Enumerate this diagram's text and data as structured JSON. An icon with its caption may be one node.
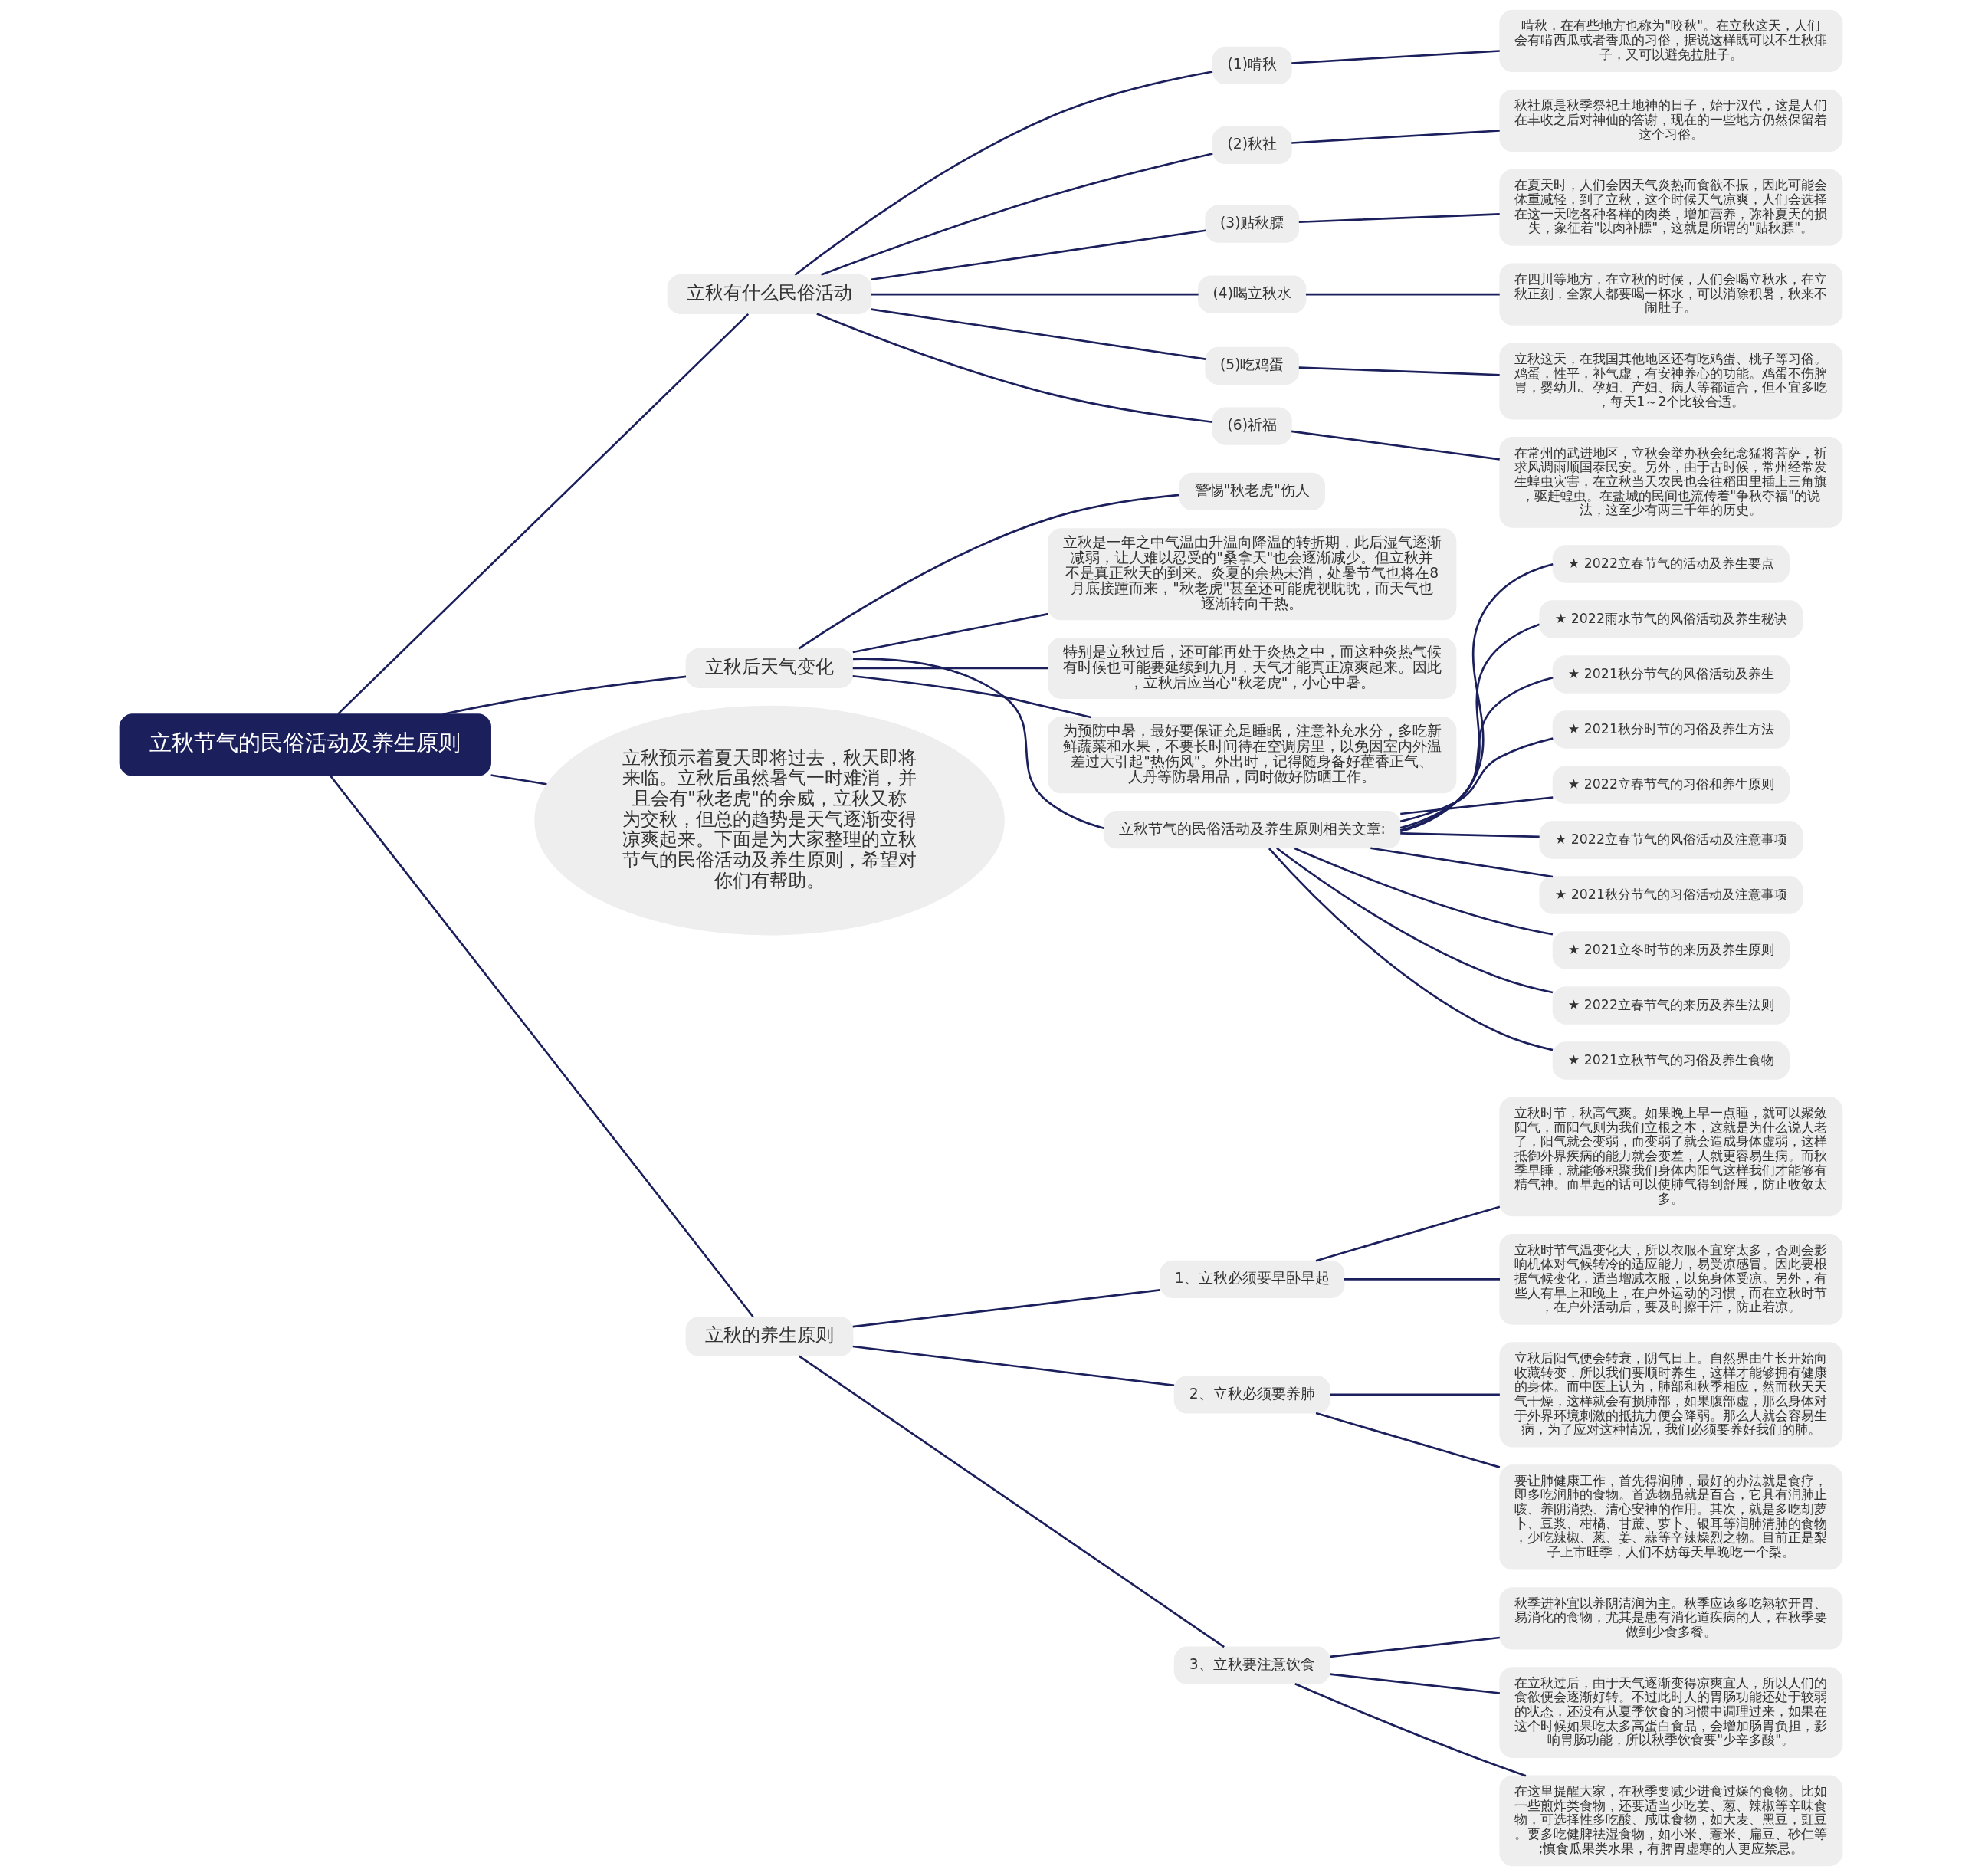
{
  "diagram": {
    "nodes": [
      {
        "text": [
          "立秋节气的民俗活动及养生原则"
        ]
      },
      {
        "text": [
          "立秋有什么民俗活动"
        ]
      },
      {
        "text": [
          "(1)啃秋"
        ]
      },
      {
        "text": [
          "啃秋，在有些地方也称为\"咬秋\"。在立秋这天，人们会有啃西瓜或者香瓜的习俗，据说这样既可以不生秋痱子，又可以避免拉肚子。"
        ]
      },
      {
        "text": [
          "(2)秋社"
        ]
      },
      {
        "text": [
          "秋社原是秋季祭祀土地神的日子，始于汉代，这是人们在丰收之后对神仙的答谢，现在的一些地方仍然保留着这个习俗。"
        ]
      },
      {
        "text": [
          "(3)贴秋膘"
        ]
      },
      {
        "text": [
          "在夏天时，人们会因天气炎热而食欲不振，因此可能会体重减轻，到了立秋，这个时候天气凉爽，人们会选择在这一天吃各种各样的肉类，增加营养，弥补夏天的损失，象征着\"以肉补膘\"，这就是所谓的\"贴秋膘\"。"
        ]
      },
      {
        "text": [
          "(4)喝立秋水"
        ]
      },
      {
        "text": [
          "在四川等地方，在立秋的时候，人们会喝立秋水，在立秋正刻，全家人都要喝一杯水，可以消除积暑，秋来不闹肚子。"
        ]
      },
      {
        "text": [
          "(5)吃鸡蛋"
        ]
      },
      {
        "text": [
          "立秋这天，在我国其他地区还有吃鸡蛋、桃子等习俗。鸡蛋，性平，补气虚，有安神养心的功能。鸡蛋不伤脾胃，婴幼儿、孕妇、产妇、病人等都适合，但不宜多吃，每天1～2个比较合适。"
        ]
      },
      {
        "text": [
          "(6)祈福"
        ]
      },
      {
        "text": [
          "在常州的武进地区，立秋会举办秋会纪念猛将菩萨，祈求风调雨顺国泰民安。另外，由于古时候，常州经常发生蝗虫灾害，在立秋当天农民也会往稻田里插上三角旗，驱赶蝗虫。在盐城的民间也流传着\"争秋夺福\"的说法，这至少有两三千年的历史。"
        ]
      },
      {
        "text": [
          "立秋后天气变化"
        ]
      },
      {
        "text": [
          "警惕\"秋老虎\"伤人"
        ]
      },
      {
        "text": [
          "立秋是一年之中气温由升温向降温的转折期，此后湿气逐渐减弱，让人难以忍受的\"桑拿天\"也会逐渐减少。但立秋并不是真正秋天的到来。炎夏的余热未消，处暑节气也将在8月底接踵而来，\"秋老虎\"甚至还可能虎视眈眈，而天气也逐渐转向干热。"
        ]
      },
      {
        "text": [
          "特别是立秋过后，还可能再处于炎热之中，而这种炎热气候有时候也可能要延续到九月，天气才能真正凉爽起来。因此，立秋后应当心\"秋老虎\"，小心中暑。"
        ]
      },
      {
        "text": [
          "为预防中暑，最好要保证充足睡眠，注意补充水分，多吃新鲜蔬菜和水果，不要长时间待在空调房里，以免因室内外温差过大引起\"热伤风\"。外出时，记得随身备好藿香正气、人丹等防暑用品，同时做好防晒工作。"
        ]
      },
      {
        "text": [
          "立秋节气的民俗活动及养生原则相关文章:"
        ]
      },
      {
        "text": [
          "★ 2022立春节气的活动及养生要点"
        ]
      },
      {
        "text": [
          "★ 2022雨水节气的风俗活动及养生秘诀"
        ]
      },
      {
        "text": [
          "★ 2021秋分节气的风俗活动及养生"
        ]
      },
      {
        "text": [
          "★ 2021秋分时节的习俗及养生方法"
        ]
      },
      {
        "text": [
          "★ 2022立春节气的习俗和养生原则"
        ]
      },
      {
        "text": [
          "★ 2022立春节气的风俗活动及注意事项"
        ]
      },
      {
        "text": [
          "★ 2021秋分节气的习俗活动及注意事项"
        ]
      },
      {
        "text": [
          "★ 2021立冬时节的来历及养生原则"
        ]
      },
      {
        "text": [
          "★ 2022立春节气的来历及养生法则"
        ]
      },
      {
        "text": [
          "★ 2021立秋节气的习俗及养生食物"
        ]
      },
      {
        "text": [
          "立秋预示着夏天即将过去，秋天即将来临。立秋后虽然暑气一时难消，并且会有\"秋老虎\"的余威，立秋又称为交秋，但总的趋势是天气逐渐变得凉爽起来。下面是为大家整理的立秋节气的民俗活动及养生原则，希望对你们有帮助。"
        ]
      },
      {
        "text": [
          "立秋的养生原则"
        ]
      },
      {
        "text": [
          "1、立秋必须要早卧早起"
        ]
      },
      {
        "text": [
          "立秋时节，秋高气爽。如果晚上早一点睡，就可以聚敛阳气，而阳气则为我们立根之本，这就是为什么说人老了，阳气就会变弱，而变弱了就会造成身体虚弱，这样抵御外界疾病的能力就会变差，人就更容易生病。而秋季早睡，就能够积聚我们身体内阳气这样我们才能够有精气神。而早起的话可以使肺气得到舒展，防止收敛太多。"
        ]
      },
      {
        "text": [
          "立秋时节气温变化大，所以衣服不宜穿太多，否则会影响机体对气候转冷的适应能力，易受凉感冒。因此要根据气候变化，适当增减衣服，以免身体受凉。另外，有些人有早上和晚上，在户外运动的习惯，而在立秋时节，在户外活动后，要及时擦干汗，防止着凉。"
        ]
      },
      {
        "text": [
          "2、立秋必须要养肺"
        ]
      },
      {
        "text": [
          "立秋后阳气便会转衰，阴气日上。自然界由生长开始向收藏转变，所以我们要顺时养生，这样才能够拥有健康的身体。而中医上认为，肺部和秋季相应，然而秋天天气干燥，这样就会有损肺部，如果腹部虚，那么身体对于外界环境刺激的抵抗力便会降弱。那么人就会容易生病，为了应对这种情况，我们必须要养好我们的肺。"
        ]
      },
      {
        "text": [
          "要让肺健康工作，首先得润肺，最好的办法就是食疗，即多吃润肺的食物。首选物品就是百合，它具有润肺止咳、养阴消热、清心安神的作用。其次，就是多吃胡萝卜、豆浆、柑橘、甘蔗、萝卜、银耳等润肺清肺的食物，少吃辣椒、葱、姜、蒜等辛辣燥烈之物。目前正是梨子上市旺季，人们不妨每天早晚吃一个梨。"
        ]
      },
      {
        "text": [
          "3、立秋要注意饮食"
        ]
      },
      {
        "text": [
          "秋季进补宜以养阴清润为主。秋季应该多吃熟软开胃、易消化的食物，尤其是患有消化道疾病的人，在秋季要做到少食多餐。"
        ]
      },
      {
        "text": [
          "在立秋过后，由于天气逐渐变得凉爽宜人，所以人们的食欲便会逐渐好转。不过此时人的胃肠功能还处于较弱的状态，还没有从夏季饮食的习惯中调理过来，如果在这个时候如果吃太多高蛋白食品，会增加肠胃负担，影响胃肠功能，所以秋季饮食要\"少辛多酸\"。"
        ]
      },
      {
        "text": [
          "在这里提醒大家，在秋季要减少进食过燥的食物。比如一些煎炸类食物，还要适当少吃姜、葱、辣椒等辛味食物，可选择性多吃酸、咸味食物，如大麦、黑豆，豇豆。要多吃健脾祛湿食物，如小米、薏米、扁豆、砂仁等;慎食瓜果类水果，有脾胃虚寒的人更应禁忌。"
        ]
      }
    ],
    "edges": [
      {
        "from": 0,
        "to": 1,
        "arrow": "none"
      },
      {
        "from": 1,
        "to": 2,
        "arrow": "none"
      },
      {
        "from": 2,
        "to": 3,
        "arrow": "none"
      },
      {
        "from": 1,
        "to": 4,
        "arrow": "none"
      },
      {
        "from": 4,
        "to": 5,
        "arrow": "none"
      },
      {
        "from": 1,
        "to": 6,
        "arrow": "none"
      },
      {
        "from": 6,
        "to": 7,
        "arrow": "none"
      },
      {
        "from": 1,
        "to": 8,
        "arrow": "none"
      },
      {
        "from": 8,
        "to": 9,
        "arrow": "none"
      },
      {
        "from": 1,
        "to": 10,
        "arrow": "none"
      },
      {
        "from": 10,
        "to": 11,
        "arrow": "none"
      },
      {
        "from": 1,
        "to": 12,
        "arrow": "none"
      },
      {
        "from": 12,
        "to": 13,
        "arrow": "none"
      },
      {
        "from": 0,
        "to": 14,
        "arrow": "none"
      },
      {
        "from": 14,
        "to": 15,
        "arrow": "none"
      },
      {
        "from": 14,
        "to": 16,
        "arrow": "none"
      },
      {
        "from": 14,
        "to": 17,
        "arrow": "none"
      },
      {
        "from": 14,
        "to": 18,
        "arrow": "none"
      },
      {
        "from": 14,
        "to": 19,
        "arrow": "none"
      },
      {
        "from": 19,
        "to": 20,
        "arrow": "none"
      },
      {
        "from": 19,
        "to": 21,
        "arrow": "none"
      },
      {
        "from": 19,
        "to": 22,
        "arrow": "none"
      },
      {
        "from": 19,
        "to": 23,
        "arrow": "none"
      },
      {
        "from": 19,
        "to": 24,
        "arrow": "none"
      },
      {
        "from": 19,
        "to": 25,
        "arrow": "none"
      },
      {
        "from": 19,
        "to": 26,
        "arrow": "none"
      },
      {
        "from": 19,
        "to": 27,
        "arrow": "none"
      },
      {
        "from": 19,
        "to": 28,
        "arrow": "none"
      },
      {
        "from": 19,
        "to": 29,
        "arrow": "none"
      },
      {
        "from": 0,
        "to": 30,
        "arrow": "none"
      },
      {
        "from": 0,
        "to": 31,
        "arrow": "none"
      },
      {
        "from": 31,
        "to": 32,
        "arrow": "none"
      },
      {
        "from": 32,
        "to": 33,
        "arrow": "none"
      },
      {
        "from": 32,
        "to": 34,
        "arrow": "none"
      },
      {
        "from": 31,
        "to": 35,
        "arrow": "none"
      },
      {
        "from": 35,
        "to": 36,
        "arrow": "none"
      },
      {
        "from": 35,
        "to": 37,
        "arrow": "none"
      },
      {
        "from": 31,
        "to": 38,
        "arrow": "none"
      },
      {
        "from": 38,
        "to": 39,
        "arrow": "none"
      },
      {
        "from": 38,
        "to": 40,
        "arrow": "none"
      },
      {
        "from": 38,
        "to": 41,
        "arrow": "none"
      }
    ]
  }
}
